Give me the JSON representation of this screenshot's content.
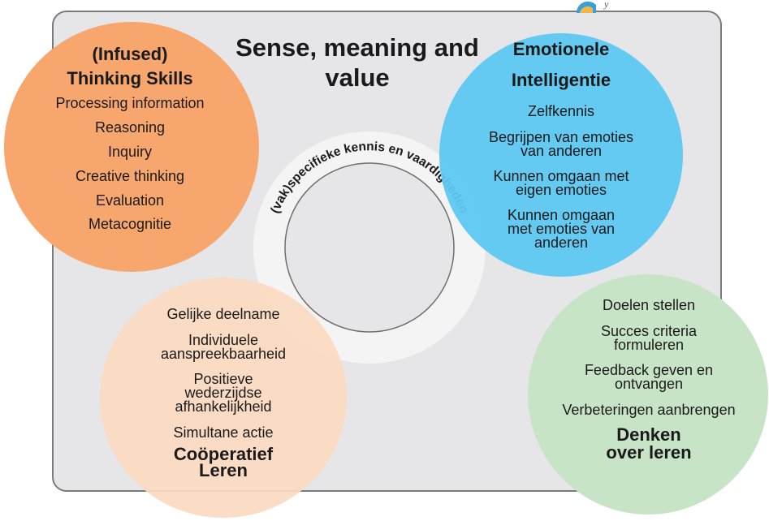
{
  "center": {
    "title": "Sense, meaning and value"
  },
  "ring": {
    "label": "(vak)specifieke kennis en vaardigheden"
  },
  "thinking_skills": {
    "heading_1": "(Infused)",
    "heading_2": "Thinking Skills",
    "items": [
      "Processing information",
      "Reasoning",
      "Inquiry",
      "Creative thinking",
      "Evaluation",
      "Metacognitie"
    ]
  },
  "emotional": {
    "heading_1": "Emotionele",
    "heading_2": "Intelligentie",
    "items": [
      "Zelfkennis",
      "Begrijpen van emoties van anderen",
      "Kunnen omgaan met eigen emoties",
      "Kunnen omgaan met emoties van anderen"
    ]
  },
  "cooperative": {
    "items": [
      "Gelijke deelname",
      "Individuele aanspreekbaarheid",
      "Positieve wederzijdse afhankelijkheid",
      "Simultane actie"
    ],
    "heading_1": "Coöperatief",
    "heading_2": "Leren"
  },
  "thinking_about_learning": {
    "items": [
      "Doelen stellen",
      "Succes criteria formuleren",
      "Feedback geven en ontvangen",
      "Verbeteringen aanbrengen"
    ],
    "heading_1": "Denken",
    "heading_2": "over leren"
  },
  "colors": {
    "orange": "#f7a66e",
    "blue": "#5ec8f2",
    "peach": "#fbd9c1",
    "green": "#c8e4c6",
    "frame": "#e6e6e8"
  }
}
